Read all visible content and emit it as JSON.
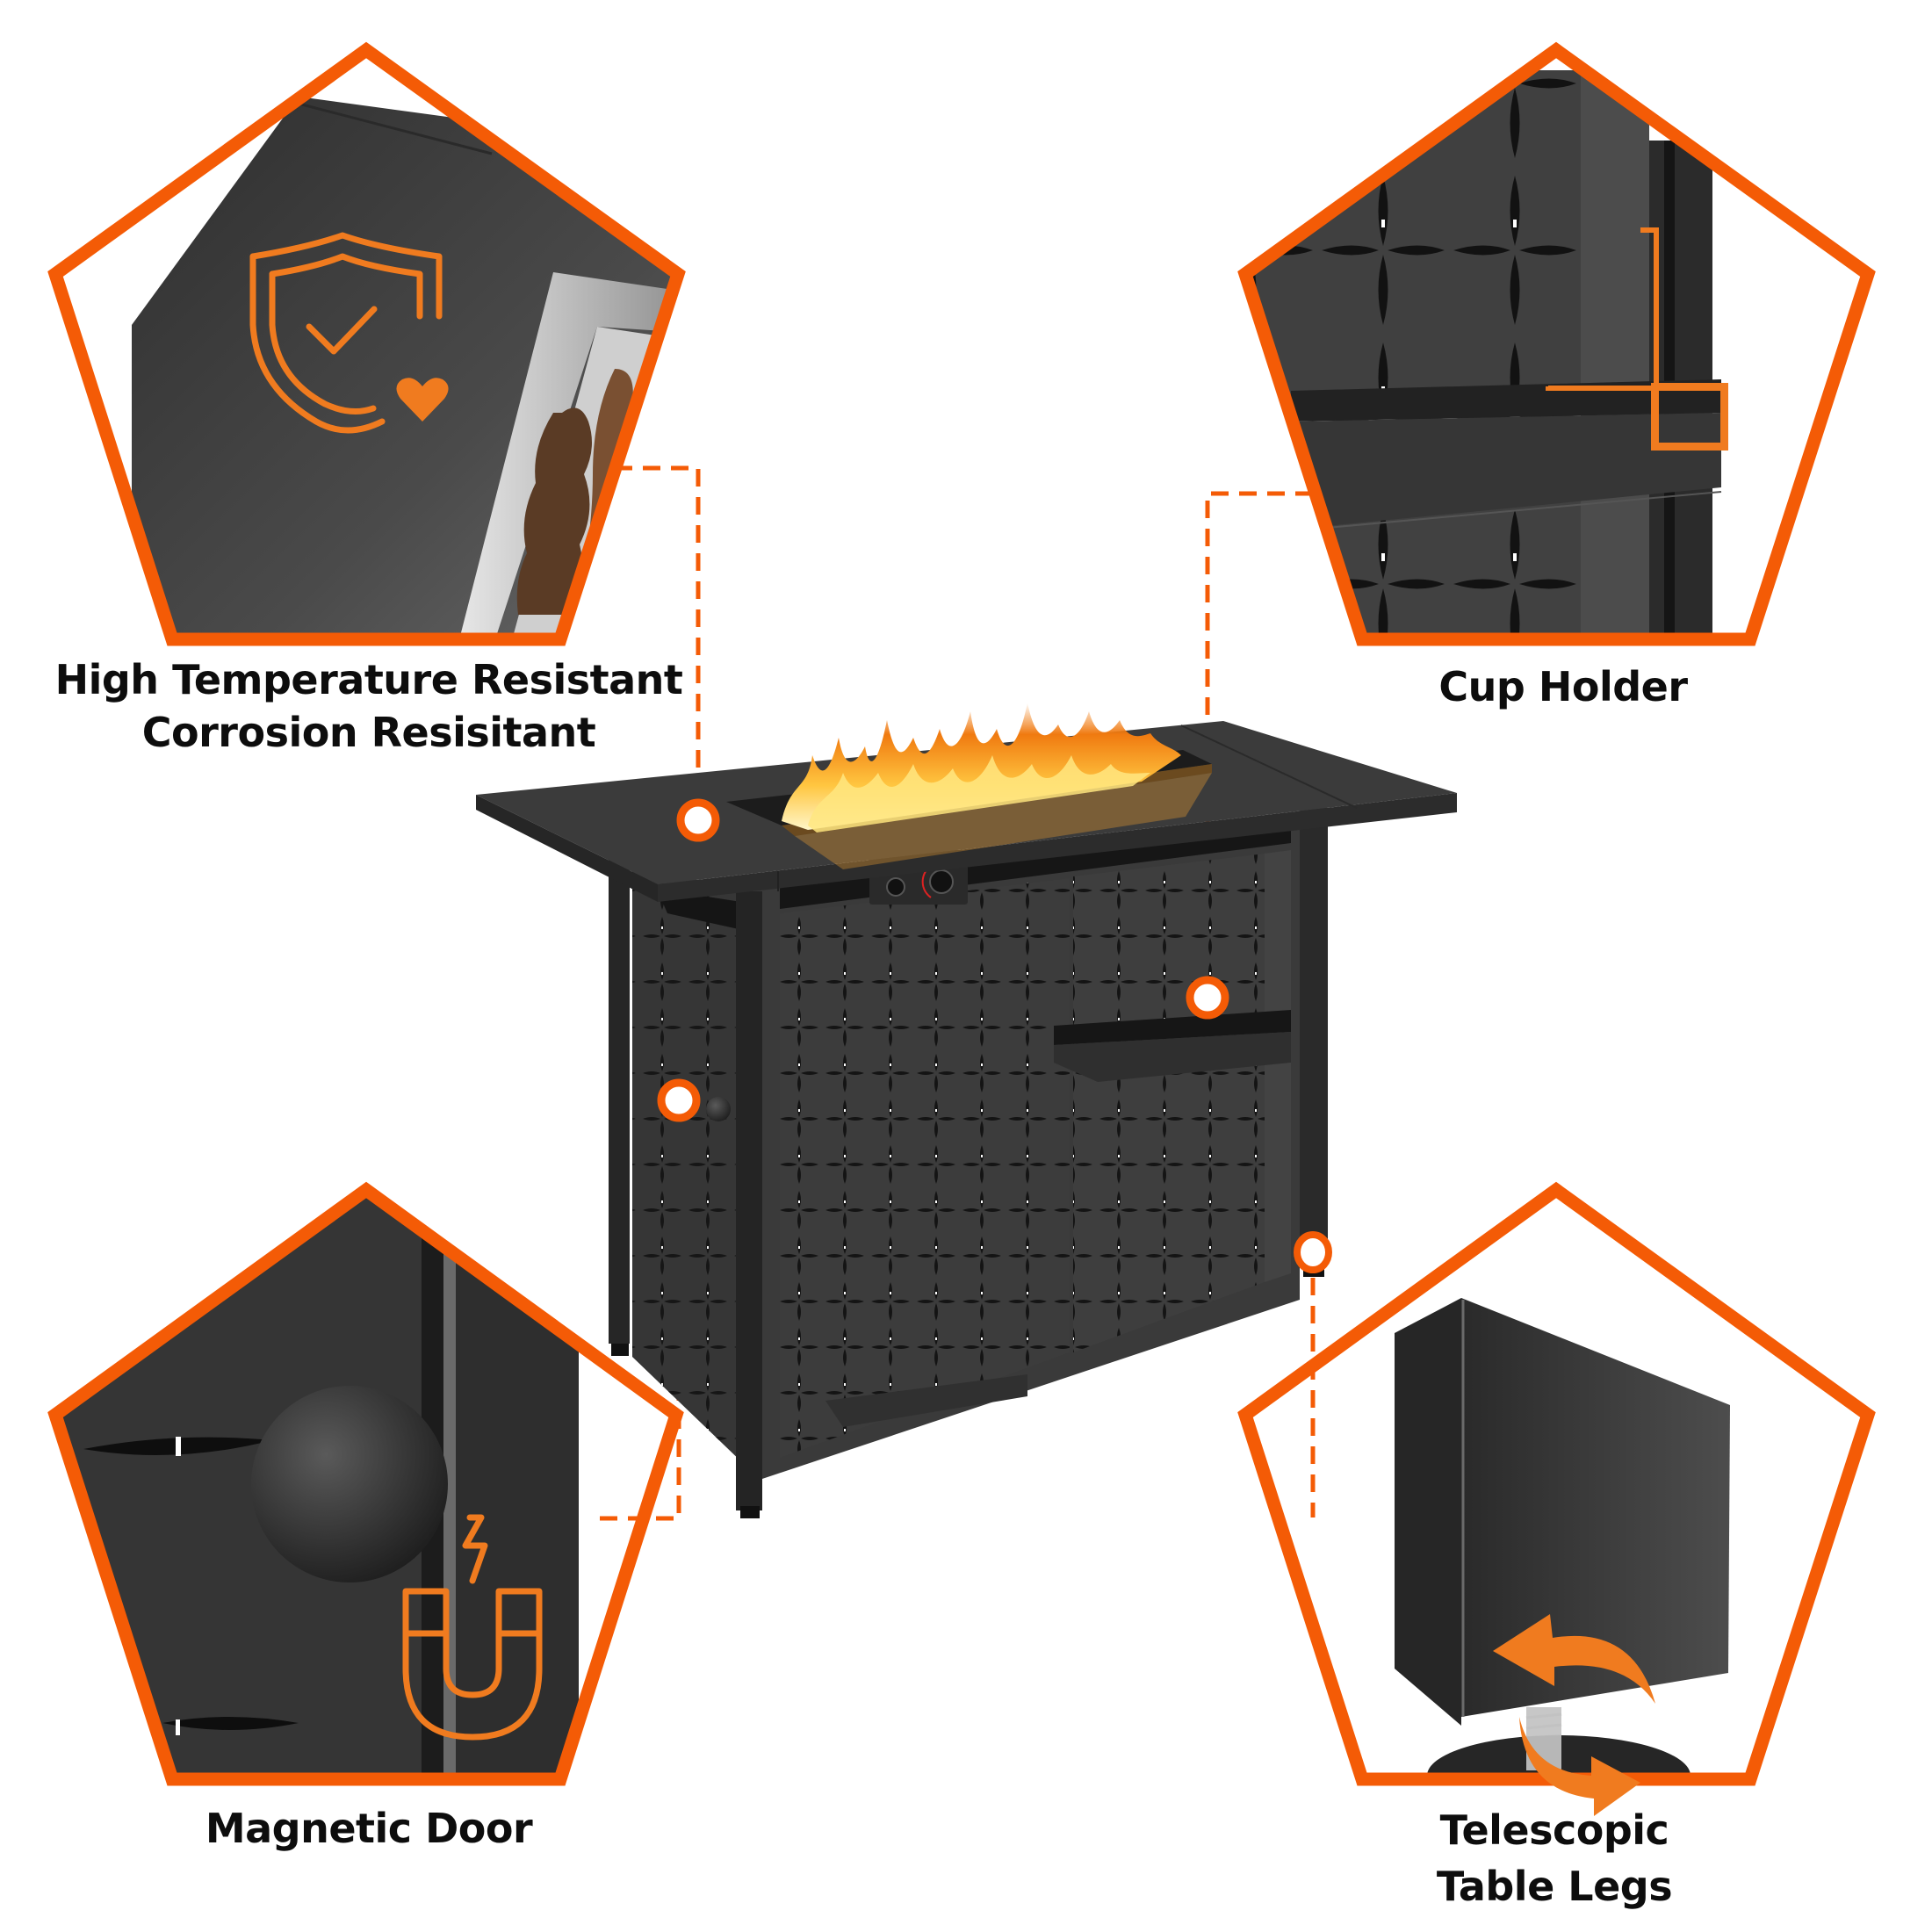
{
  "page": {
    "title": "Fire Pit Table Feature Highlights"
  },
  "theme": {
    "accent": "#f45b06",
    "accent_icon": "#f07b1f",
    "metal_dark": "#3a3a3a",
    "metal_mid": "#4a4a4a",
    "background": "#ffffff",
    "text": "#0d0d0d"
  },
  "product": {
    "name": "Rectangular Gas Fire Pit Table",
    "callout_markers": [
      "tabletop",
      "cup-holder",
      "door-knob",
      "table-leg"
    ]
  },
  "features": [
    {
      "id": "heat-resistance",
      "icon": "shield-check-heart-icon",
      "lines": [
        "High Temperature Resistant",
        "Corrosion Resisitant"
      ]
    },
    {
      "id": "cup-holder",
      "icon": "corner-bracket-icon",
      "lines": [
        "Cup Holder"
      ]
    },
    {
      "id": "magnetic-door",
      "icon": "magnet-icon",
      "lines": [
        "Magnetic Door"
      ]
    },
    {
      "id": "telescopic-legs",
      "icon": "rotate-arrows-icon",
      "lines": [
        "Telescopic",
        "Table Legs"
      ]
    }
  ]
}
